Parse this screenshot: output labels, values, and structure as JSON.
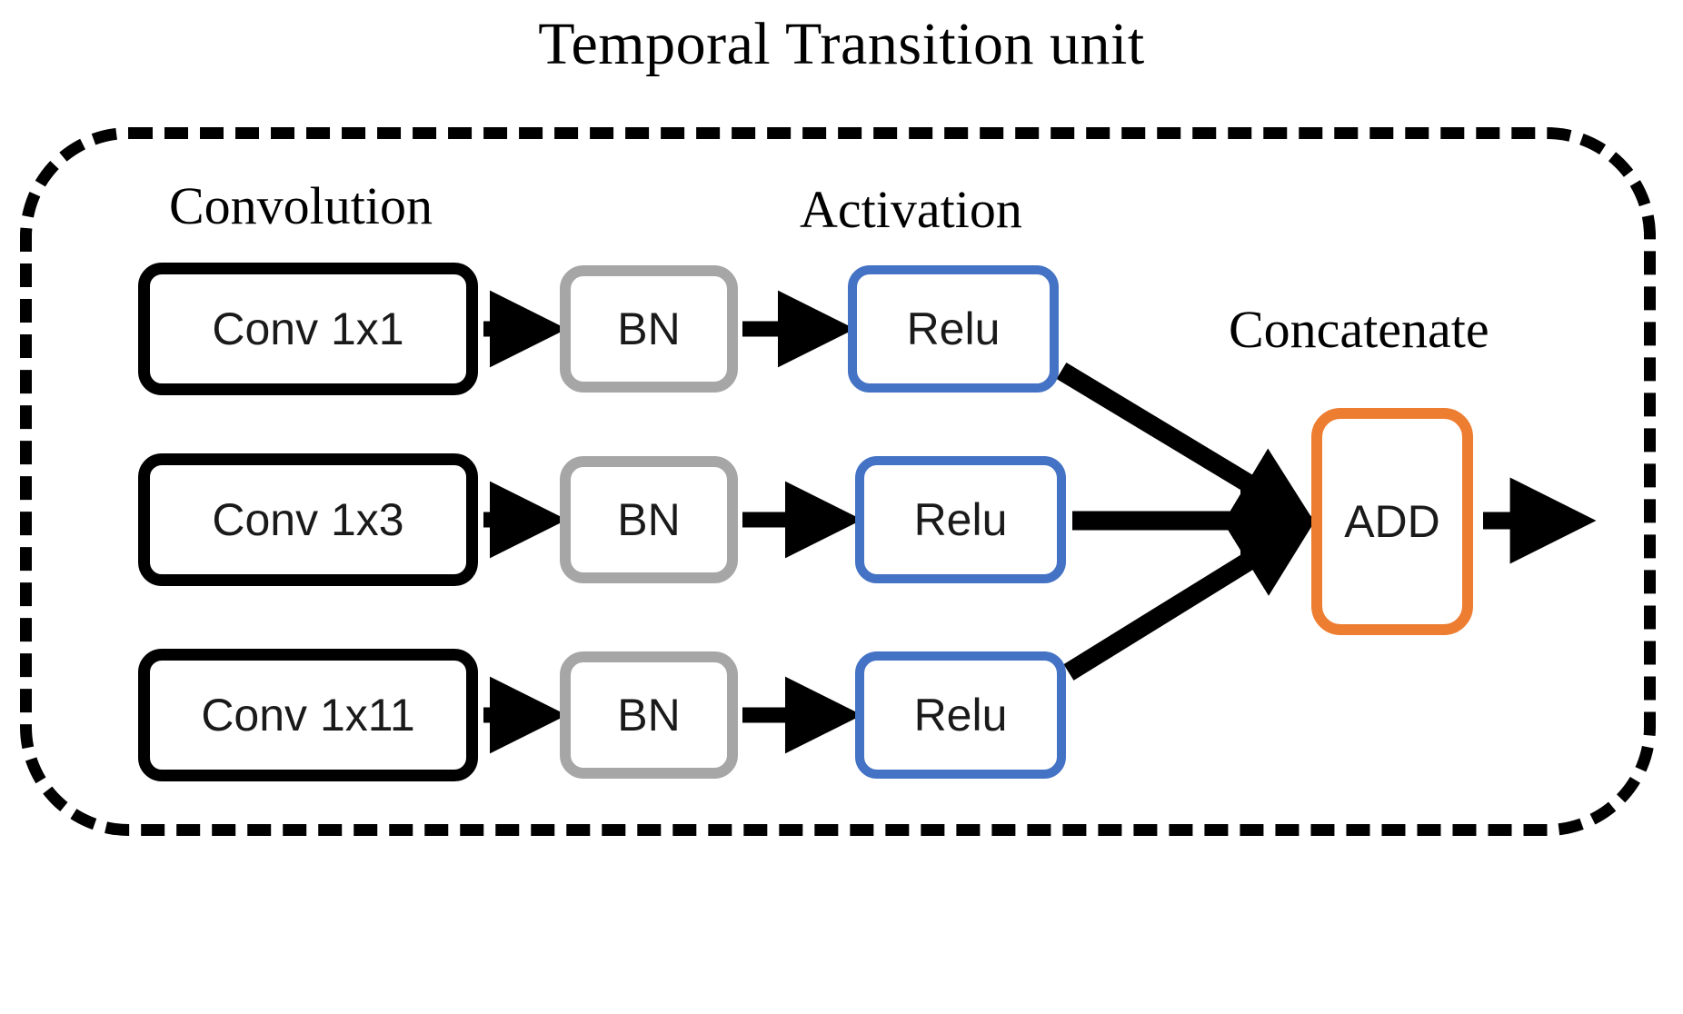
{
  "diagram": {
    "title": "Temporal Transition unit",
    "container": {
      "style": "dashed-rounded-rectangle",
      "color": "#000000"
    },
    "captions": {
      "convolution": "Convolution",
      "activation": "Activation",
      "concatenate": "Concatenate"
    },
    "colors": {
      "conv_border": "#000000",
      "bn_border": "#A6A6A6",
      "relu_border": "#4472C4",
      "add_border": "#ED7D31",
      "arrow": "#000000",
      "background": "#FFFFFF",
      "text": "#000000"
    },
    "branches": [
      {
        "id": "branch-1",
        "conv": "Conv 1x1",
        "bn": "BN",
        "activation": "Relu"
      },
      {
        "id": "branch-2",
        "conv": "Conv 1x3",
        "bn": "BN",
        "activation": "Relu"
      },
      {
        "id": "branch-3",
        "conv": "Conv 1x11",
        "bn": "BN",
        "activation": "Relu"
      }
    ],
    "merge": {
      "label": "ADD",
      "caption": "Concatenate"
    }
  }
}
